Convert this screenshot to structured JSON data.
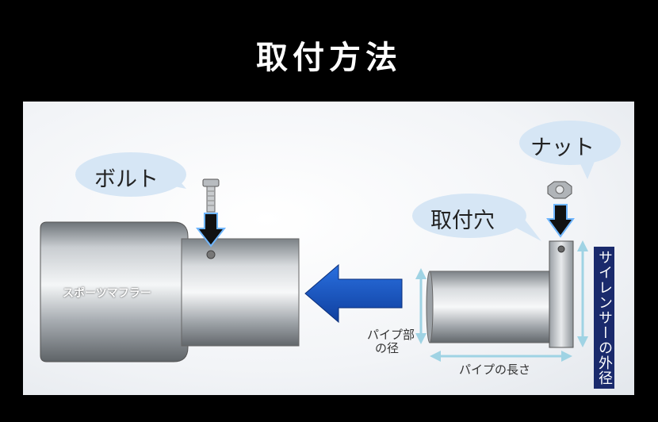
{
  "page": {
    "title": "取付方法"
  },
  "labels": {
    "bolt": "ボルト",
    "nut": "ナット",
    "mounting_hole": "取付穴",
    "sports_muffler": "スポーツマフラー",
    "pipe_diameter_line1": "パイプ部",
    "pipe_diameter_line2": "の径",
    "pipe_length": "パイプの長さ",
    "silencer_outer_diameter": "サイレンサーの外径"
  },
  "colors": {
    "background": "#000000",
    "panel": "#f2f4f7",
    "bubble": "#d6e6f5",
    "blue_arrow": "#1a58c8",
    "dimension": "#a8d8e6",
    "label_bg": "#1a2a6c"
  },
  "icons": {
    "direction_arrow": "arrow-left-icon",
    "bolt_pointer": "arrow-down-icon",
    "nut_pointer": "arrow-down-icon"
  }
}
